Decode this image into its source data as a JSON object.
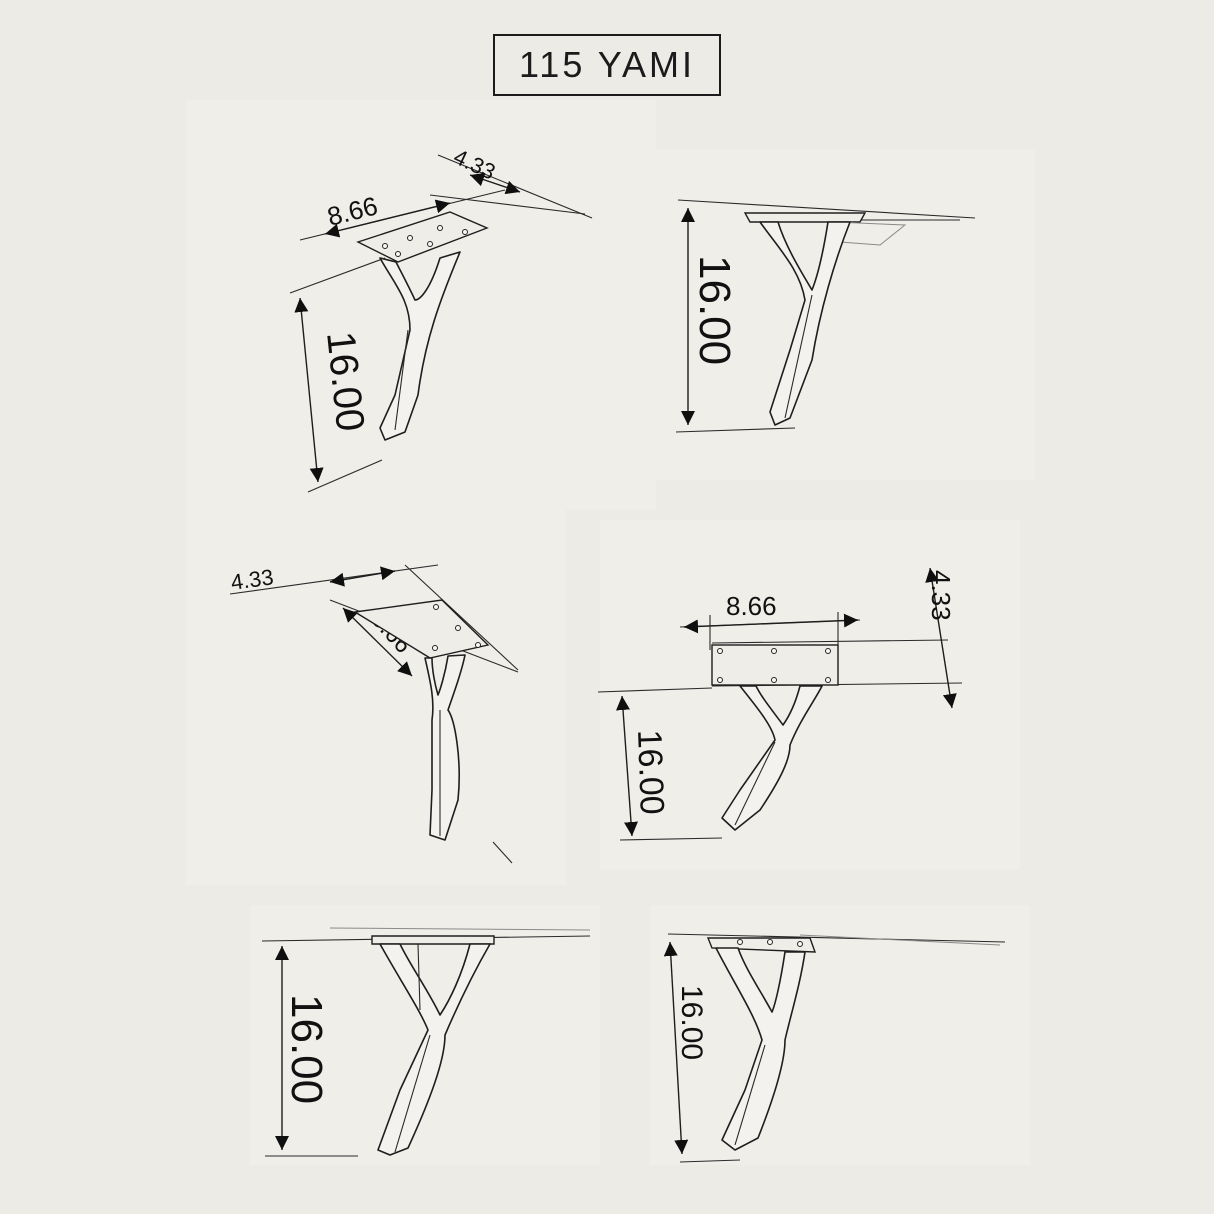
{
  "title": "115 YAMI",
  "views": [
    {
      "id": "view-top-left",
      "height": "16.00",
      "width": "8.66",
      "depth": "4.33"
    },
    {
      "id": "view-top-right",
      "height": "16.00"
    },
    {
      "id": "view-mid-left",
      "width": "8.66",
      "depth": "4.33"
    },
    {
      "id": "view-mid-right",
      "height": "16.00",
      "width": "8.66",
      "depth": "4.33"
    },
    {
      "id": "view-bottom-left",
      "height": "16.00"
    },
    {
      "id": "view-bottom-right",
      "height": "16.00"
    }
  ]
}
